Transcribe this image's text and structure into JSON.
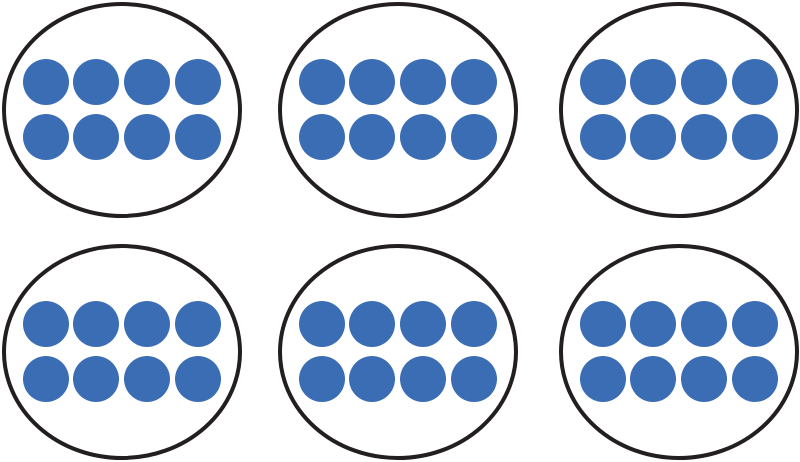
{
  "diagram": {
    "group_count": 6,
    "groups": [
      {
        "dots": 8,
        "dot_rows": 2,
        "dots_per_row": 4
      },
      {
        "dots": 8,
        "dot_rows": 2,
        "dots_per_row": 4
      },
      {
        "dots": 8,
        "dot_rows": 2,
        "dots_per_row": 4
      },
      {
        "dots": 8,
        "dot_rows": 2,
        "dots_per_row": 4
      },
      {
        "dots": 8,
        "dot_rows": 2,
        "dots_per_row": 4
      },
      {
        "dots": 8,
        "dot_rows": 2,
        "dots_per_row": 4
      }
    ],
    "colors": {
      "dot": "#3b6db4",
      "outline": "#231f20",
      "background": "#ffffff"
    }
  }
}
